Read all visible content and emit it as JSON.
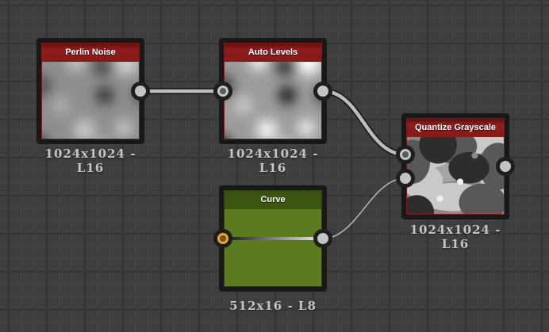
{
  "graph": {
    "nodes": [
      {
        "title": "Perlin Noise",
        "caption": "1024x1024 - L16",
        "type": "red-generator"
      },
      {
        "title": "Auto Levels",
        "caption": "1024x1024 - L16",
        "type": "red-filter"
      },
      {
        "title": "Quantize Grayscale",
        "caption": "1024x1024 - L16",
        "type": "red-filter"
      },
      {
        "title": "Curve",
        "caption": "512x16 - L8",
        "type": "green-curve"
      }
    ],
    "connections": [
      {
        "from": "Perlin Noise",
        "to": "Auto Levels"
      },
      {
        "from": "Auto Levels",
        "to": "Quantize Grayscale"
      },
      {
        "from": "Curve",
        "to": "Quantize Grayscale"
      }
    ]
  },
  "colors": {
    "background": "#3e3e3e",
    "grid_minor": "#464646",
    "grid_major": "#343434",
    "node_border": "#181818",
    "red_header": "#8e1c1c",
    "green_header": "#3c5712",
    "green_body": "#5a7c1e",
    "orange_port": "#f0a232",
    "wire": "#bcbcbc",
    "caption_text": "#c6c6c6"
  }
}
